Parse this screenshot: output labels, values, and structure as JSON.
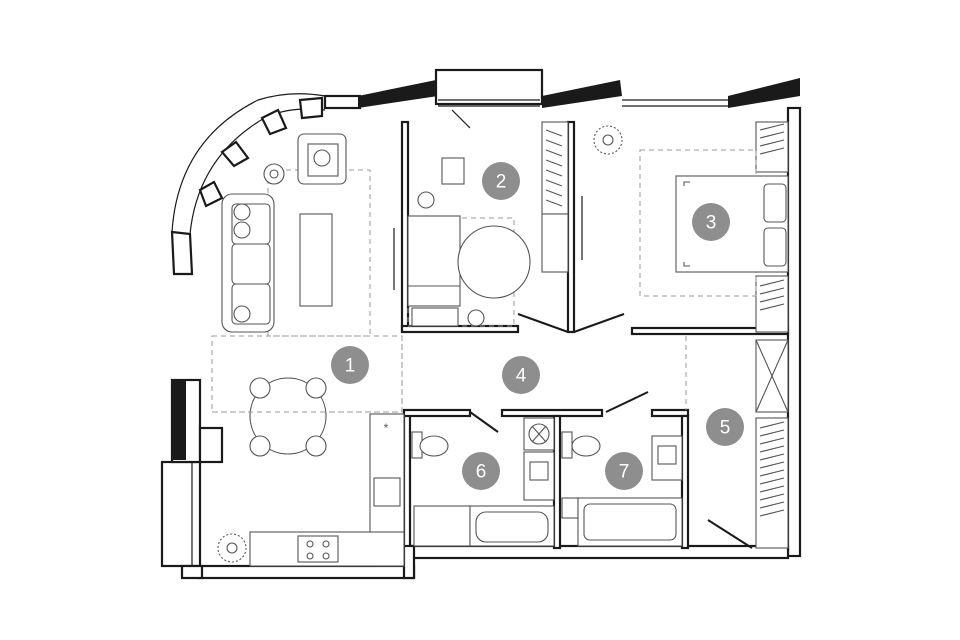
{
  "rooms": [
    {
      "id": "room-1",
      "number": "1"
    },
    {
      "id": "room-2",
      "number": "2"
    },
    {
      "id": "room-3",
      "number": "3"
    },
    {
      "id": "room-4",
      "number": "4"
    },
    {
      "id": "room-5",
      "number": "5"
    },
    {
      "id": "room-6",
      "number": "6"
    },
    {
      "id": "room-7",
      "number": "7"
    }
  ],
  "colors": {
    "badge": "#8e8e8e",
    "wall": "#1a1a1a",
    "furniture": "#555555"
  },
  "icons": [
    "plant-icon",
    "stove-icon",
    "sink-icon",
    "toilet-icon",
    "bathtub-icon",
    "bed-icon",
    "sofa-icon",
    "table-icon",
    "chair-icon",
    "wardrobe-icon",
    "washing-machine-icon"
  ]
}
